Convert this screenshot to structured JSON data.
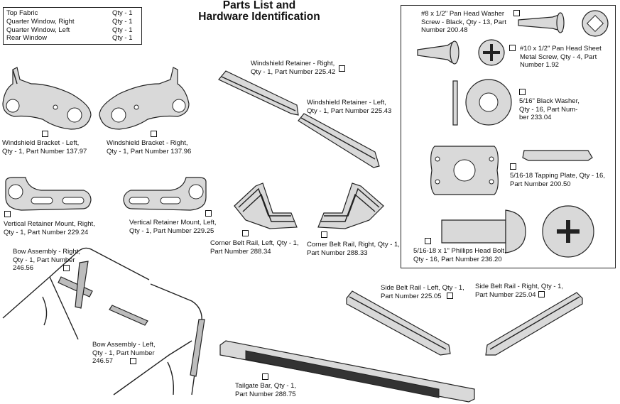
{
  "page": {
    "title_line1": "Parts List and",
    "title_line2": "Hardware Identification"
  },
  "fabric_list": {
    "items": [
      {
        "name": "Top Fabric",
        "qty": "Qty - 1"
      },
      {
        "name": "Quarter Window, Right",
        "qty": "Qty - 1"
      },
      {
        "name": "Quarter Window, Left",
        "qty": "Qty - 1"
      },
      {
        "name": "Rear Window",
        "qty": "Qty - 1"
      }
    ]
  },
  "parts": {
    "windshield_bracket_left": "Windshield Bracket - Left,\nQty - 1, Part Number 137.97",
    "windshield_bracket_right": "Windshield Bracket - Right,\nQty - 1, Part Number 137.96",
    "windshield_retainer_right": "Windshield Retainer - Right,\nQty - 1, Part Number 225.42",
    "windshield_retainer_left": "Windshield Retainer - Left,\nQty - 1, Part Number 225.43",
    "vertical_retainer_right": "Vertical Retainer Mount, Right,\nQty - 1, Part Number 229.24",
    "vertical_retainer_left": "Vertical Retainer Mount, Left,\nQty - 1, Part Number 229.25",
    "corner_belt_left": "Corner Belt Rail, Left, Qty - 1,\nPart Number 288.34",
    "corner_belt_right": "Corner Belt Rail, Right, Qty - 1,\nPart Number 288.33",
    "bow_right": "Bow Assembly - Right,\nQty - 1, Part Number\n246.56",
    "bow_left": "Bow Assembly - Left,\nQty - 1, Part Number\n246.57",
    "side_belt_left": "Side Belt Rail - Left, Qty - 1,\nPart Number 225.05",
    "side_belt_right": "Side Belt Rail - Right, Qty - 1,\nPart Number 225.04",
    "tailgate_bar": "Tailgate Bar, Qty - 1,\nPart Number 288.75"
  },
  "hardware": {
    "pan_head_washer_screw": "#8 x 1/2\" Pan Head Washer\nScrew - Black, Qty - 13, Part\nNumber 200.48",
    "pan_head_sheet_metal": "#10 x 1/2\" Pan Head Sheet\nMetal Screw, Qty - 4, Part\nNumber 1.92",
    "black_washer": "5/16\" Black Washer,\nQty - 16, Part Num-\nber 233.04",
    "tapping_plate": "5/16-18 Tapping Plate, Qty - 16,\nPart Number 200.50",
    "phillips_bolt": "5/16-18 x 1\" Phillips Head Bolt,\nQty - 16, Part Number 236.20"
  },
  "icons": [
    "checkbox-icon",
    "pan-head-screw-icon",
    "phillips-head-icon",
    "washer-icon",
    "tapping-plate-icon",
    "bolt-icon"
  ]
}
